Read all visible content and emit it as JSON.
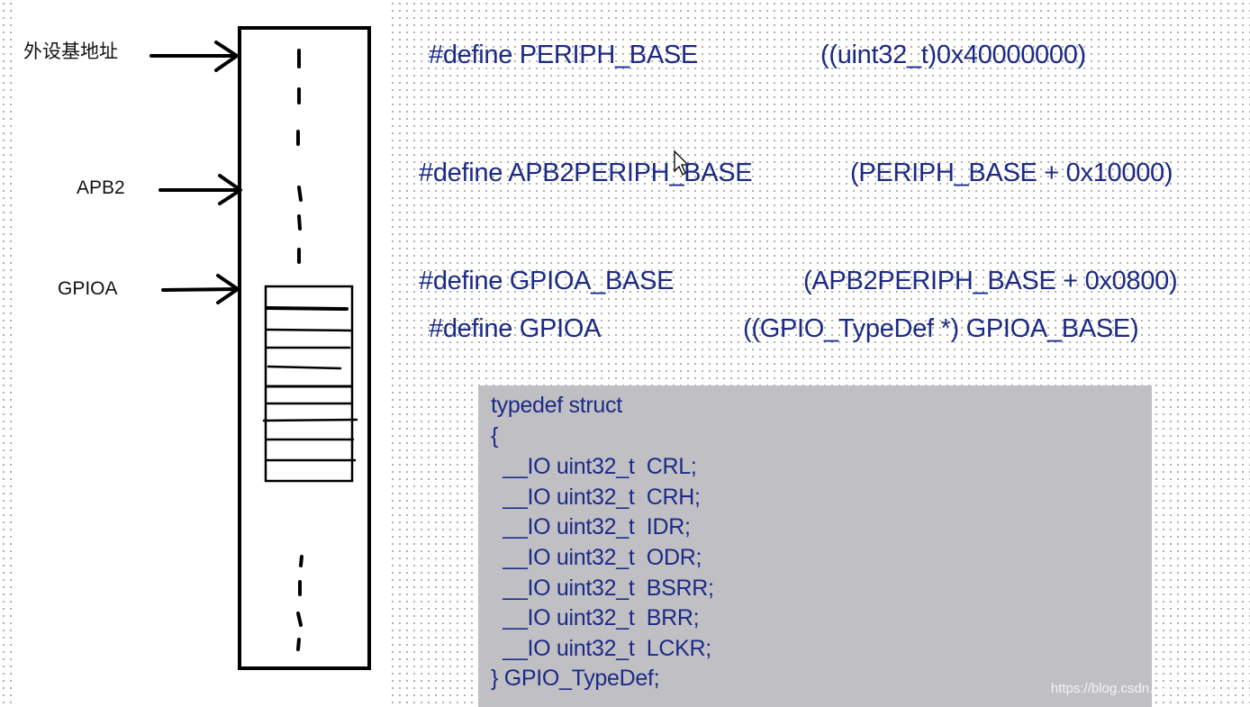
{
  "labels": {
    "peripheral_base": "外设基地址",
    "apb2": "APB2",
    "gpioa": "GPIOA"
  },
  "defines": [
    {
      "name": "#define PERIPH_BASE",
      "value": "((uint32_t)0x40000000)"
    },
    {
      "name": "#define APB2PERIPH_BASE",
      "value": "(PERIPH_BASE + 0x10000)"
    },
    {
      "name": "#define GPIOA_BASE",
      "value": "(APB2PERIPH_BASE + 0x0800)"
    },
    {
      "name": "#define GPIOA",
      "value": "((GPIO_TypeDef *) GPIOA_BASE)"
    }
  ],
  "struct_code": [
    "typedef struct",
    "{",
    "  __IO uint32_t  CRL;",
    "  __IO uint32_t  CRH;",
    "  __IO uint32_t  IDR;",
    "  __IO uint32_t  ODR;",
    "  __IO uint32_t  BSRR;",
    "  __IO uint32_t  BRR;",
    "  __IO uint32_t  LCKR;",
    "} GPIO_TypeDef;"
  ],
  "watermark": "https://blog.csdn.net/weixin_44"
}
